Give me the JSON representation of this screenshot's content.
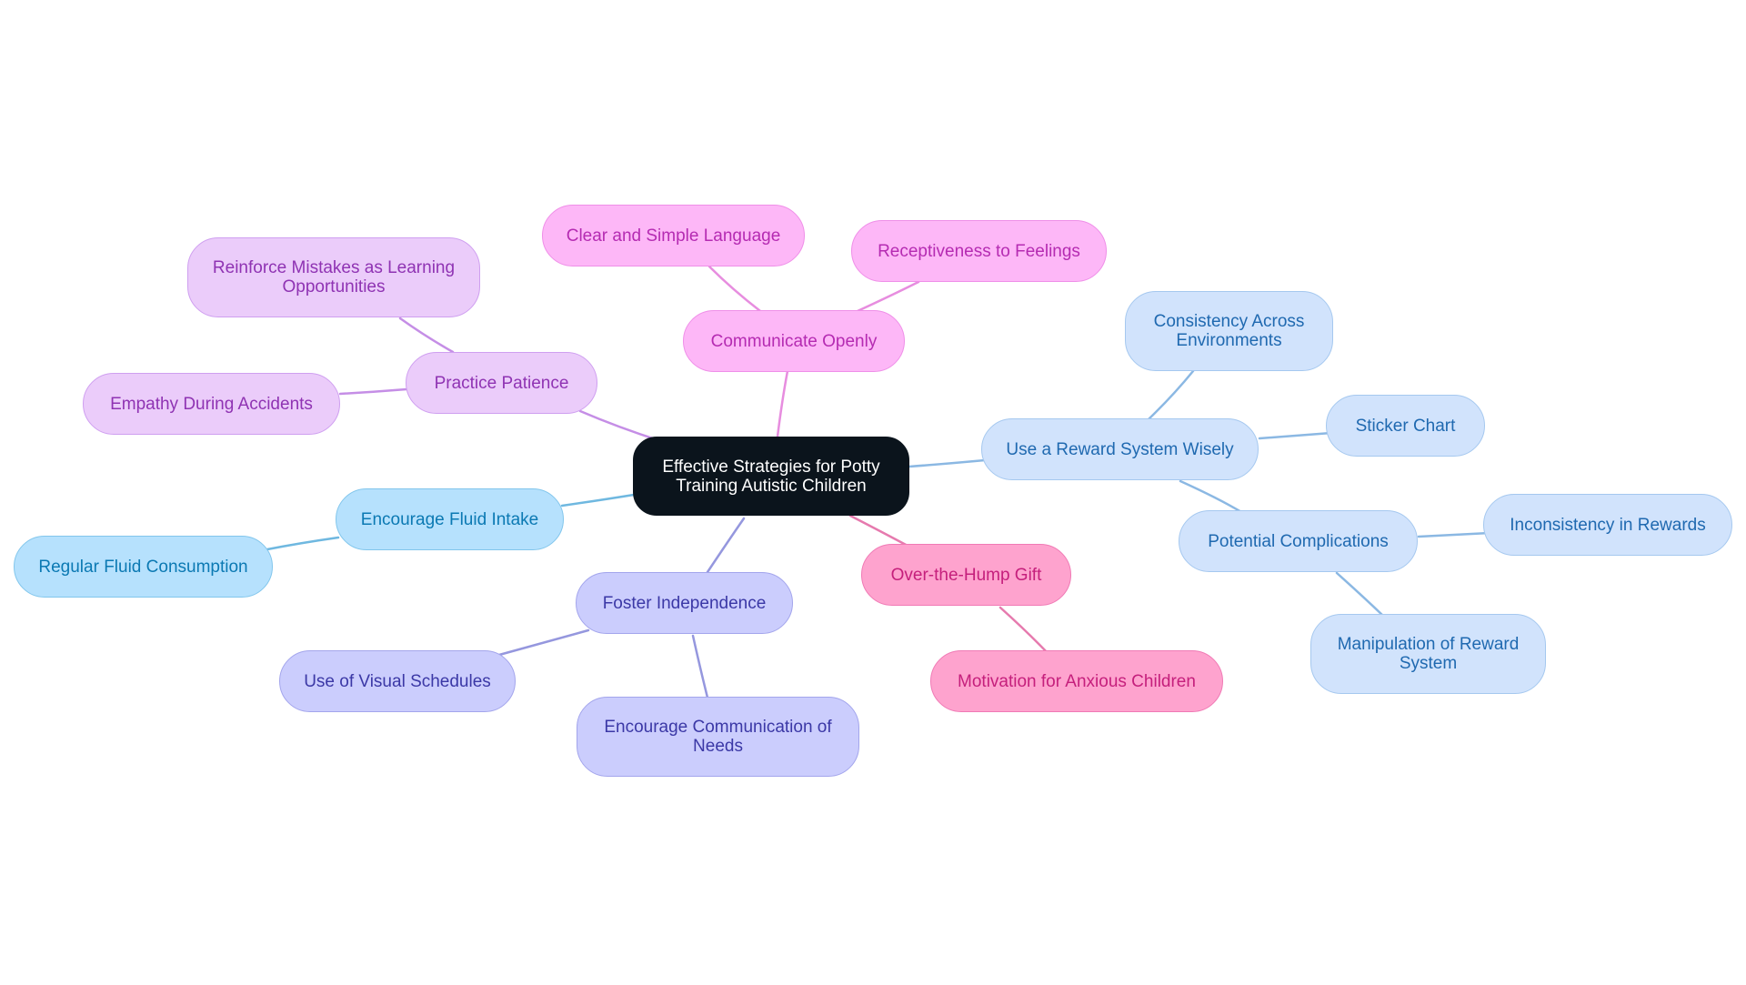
{
  "mindmap": {
    "root": {
      "label": "Effective Strategies for Potty Training Autistic Children"
    },
    "branches": [
      {
        "label": "Practice Patience",
        "children": [
          "Reinforce Mistakes as Learning Opportunities",
          "Empathy During Accidents"
        ]
      },
      {
        "label": "Communicate Openly",
        "children": [
          "Clear and Simple Language",
          "Receptiveness to Feelings"
        ]
      },
      {
        "label": "Use a Reward System Wisely",
        "children": [
          "Consistency Across Environments",
          "Sticker Chart"
        ]
      },
      {
        "label": "Potential Complications",
        "children": [
          "Inconsistency in Rewards",
          "Manipulation of Reward System"
        ]
      },
      {
        "label": "Encourage Fluid Intake",
        "children": [
          "Regular Fluid Consumption"
        ]
      },
      {
        "label": "Foster Independence",
        "children": [
          "Use of Visual Schedules",
          "Encourage Communication of Needs"
        ]
      },
      {
        "label": "Over-the-Hump Gift",
        "children": [
          "Motivation for Anxious Children"
        ]
      }
    ]
  },
  "colors": {
    "root_fill": "#0b141c",
    "purple_edge": "#c58ee6",
    "pink_edge": "#e78ddf",
    "blue_edge": "#8bb8e3",
    "sky_edge": "#6fb8e0",
    "indigo_edge": "#9597de",
    "rose_edge": "#e67aae"
  }
}
